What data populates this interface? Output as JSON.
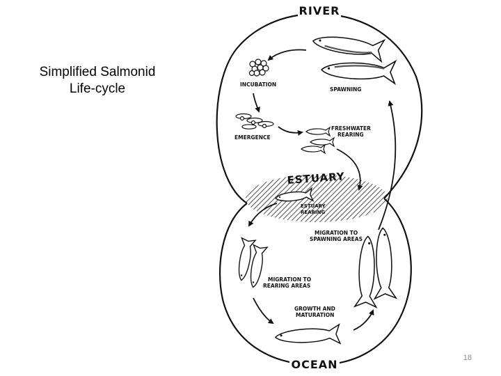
{
  "slide": {
    "title_line1": "Simplified Salmonid",
    "title_line2": "Life-cycle",
    "page_number": "18"
  },
  "diagram": {
    "river": "RIVER",
    "ocean": "OCEAN",
    "estuary": "ESTUARY",
    "stages": {
      "incubation": "INCUBATION",
      "spawning": "SPAWNING",
      "emergence": "EMERGENCE",
      "freshwater_rearing_1": "FRESHWATER",
      "freshwater_rearing_2": "REARING",
      "estuary_rearing_1": "ESTUARY",
      "estuary_rearing_2": "REARING",
      "migration_spawning_1": "MIGRATION TO",
      "migration_spawning_2": "SPAWNING AREAS",
      "migration_rearing_1": "MIGRATION TO",
      "migration_rearing_2": "REARING AREAS",
      "growth_1": "GROWTH AND",
      "growth_2": "MATURATION"
    }
  }
}
